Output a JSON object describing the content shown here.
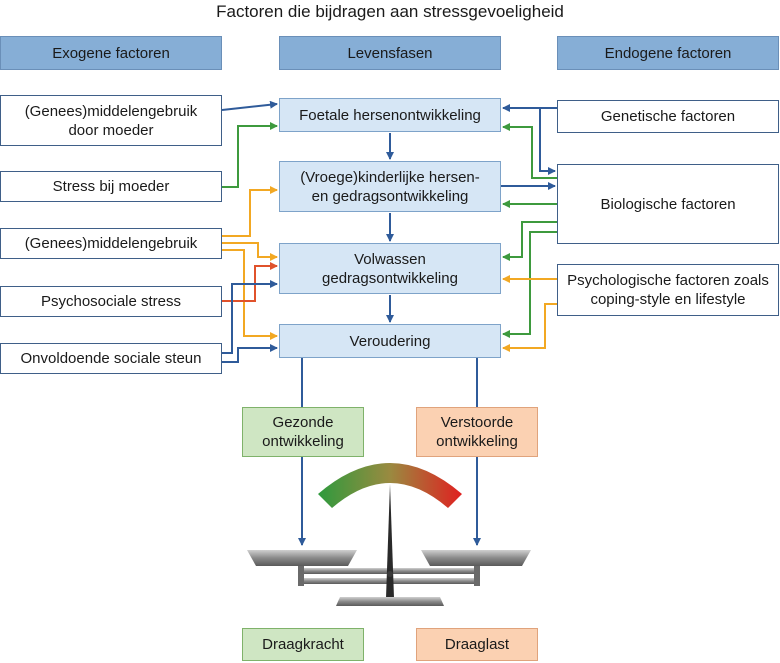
{
  "title": "Factoren die bijdragen aan stressgevoeligheid",
  "headers": {
    "exogenous": "Exogene factoren",
    "phases": "Levensfasen",
    "endogenous": "Endogene factoren"
  },
  "phases": {
    "fetal": "Foetale hersenontwikkeling",
    "child": "(Vroege)kinderlijke hersen-\nen gedragsontwikkeling",
    "adult": "Volwassen\ngedragsontwikkeling",
    "aging": "Veroudering"
  },
  "exogenous": {
    "drug_mother": "(Genees)middelengebruik\ndoor moeder",
    "stress_mother": "Stress bij moeder",
    "drug_use": "(Genees)middelengebruik",
    "psychosocial": "Psychosociale stress",
    "social_support": "Onvoldoende sociale steun"
  },
  "endogenous": {
    "genetic": "Genetische factoren",
    "biological": "Biologische factoren",
    "psychological": "Psychologische factoren zoals\ncoping-style en lifestyle"
  },
  "outcomes": {
    "healthy": "Gezonde\nontwikkeling",
    "disturbed": "Verstoorde\nontwikkeling"
  },
  "balance": {
    "capacity": "Draagkracht",
    "load": "Draaglast"
  },
  "colors": {
    "blue_arrow": "#2f5b9a",
    "green_arrow": "#3e9a3e",
    "orange_arrow": "#f2a823",
    "red_arrow": "#e0522b"
  }
}
